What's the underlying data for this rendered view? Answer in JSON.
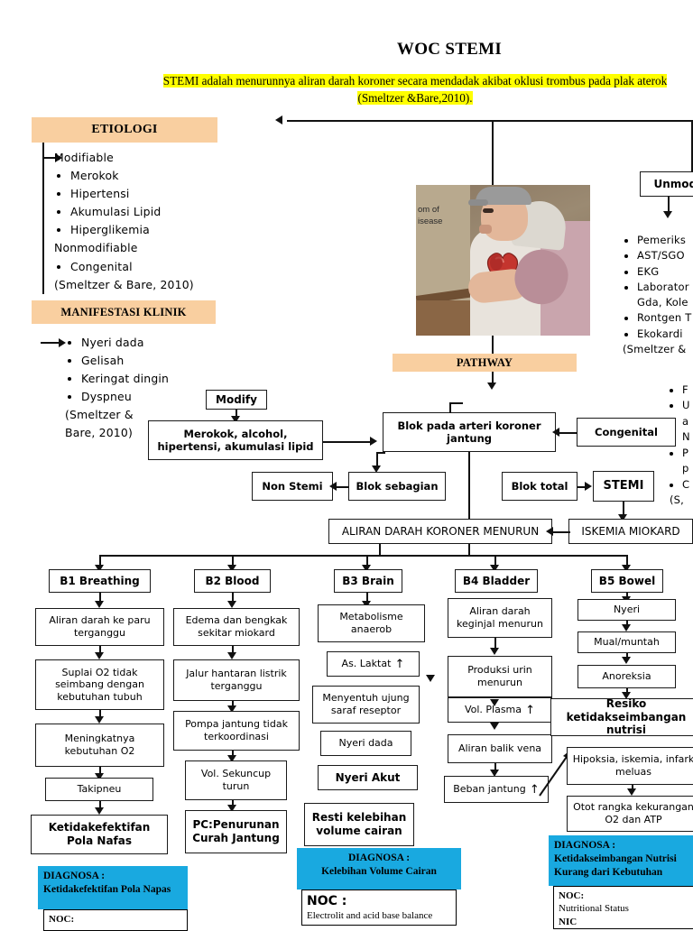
{
  "document": {
    "title": "WOC STEMI",
    "definition_main": "STEMI adalah menurunnya aliran darah koroner secara mendadak akibat oklusi trombus pada plak aterok",
    "definition_source": "(Smeltzer &Bare,2010)."
  },
  "etiologi": {
    "header": "ETIOLOGI",
    "modifiable_label": "Modifiable",
    "modifiable_items": [
      "Merokok",
      "Hipertensi",
      "Akumulasi Lipid",
      "Hiperglikemia"
    ],
    "nonmodifiable_label": "Nonmodifiable",
    "nonmodifiable_items": [
      "Congenital"
    ],
    "source": "(Smeltzer & Bare, 2010)"
  },
  "manifestasi": {
    "header": "MANIFESTASI KLINIK",
    "items": [
      "Nyeri dada",
      "Gelisah",
      "Keringat dingin",
      "Dyspneu"
    ],
    "source_line1": "(Smeltzer &",
    "source_line2": "Bare, 2010)"
  },
  "unmodifiable": {
    "box_label": "Unmodif",
    "items": [
      "Pemeriks",
      "AST/SGO",
      "EKG",
      "Laborator",
      "Gda, Kole",
      "Rontgen T",
      "Ekokardi"
    ],
    "source": "(Smeltzer &"
  },
  "right_panel": {
    "items": [
      "F",
      "U",
      "a",
      "N",
      "P",
      "p",
      "C"
    ],
    "source": "(S,"
  },
  "pathway": {
    "header": "PATHWAY",
    "modify": "Modify",
    "risk_factors": "Merokok, alcohol, hipertensi, akumulasi lipid",
    "blok_arteri": "Blok pada arteri koroner jantung",
    "congenital": "Congenital",
    "non_stemi": "Non Stemi",
    "blok_sebagian": "Blok sebagian",
    "blok_total": "Blok total",
    "stemi": "STEMI",
    "aliran_menurun": "ALIRAN DARAH KORONER MENURUN",
    "iskemia": "ISKEMIA MIOKARD"
  },
  "illustration": {
    "caption_line1": "om of",
    "caption_line2": "isease",
    "alt": "patient-clutching-chest-with-heart-illustration"
  },
  "columns": [
    {
      "id": "b1",
      "header": "B1 Breathing",
      "nodes": [
        "Aliran darah ke paru terganggu",
        "Suplai O2 tidak seimbang dengan kebutuhan tubuh",
        "Meningkatnya kebutuhan O2",
        "Takipneu",
        "Ketidakefektifan Pola Nafas"
      ]
    },
    {
      "id": "b2",
      "header": "B2 Blood",
      "nodes": [
        "Edema dan bengkak sekitar miokard",
        "Jalur hantaran listrik terganggu",
        "Pompa jantung tidak terkoordinasi",
        "Vol. Sekuncup turun",
        "PC:Penurunan Curah Jantung"
      ]
    },
    {
      "id": "b3",
      "header": "B3 Brain",
      "nodes": [
        "Metabolisme anaerob",
        "As. Laktat",
        "Menyentuh ujung saraf reseptor",
        "Nyeri dada",
        "Nyeri Akut",
        "Resti kelebihan volume cairan"
      ]
    },
    {
      "id": "b4",
      "header": "B4 Bladder",
      "nodes": [
        "Aliran darah keginjal menurun",
        "Produksi urin menurun",
        "Vol. Plasma",
        "Aliran balik vena",
        "Beban jantung"
      ]
    },
    {
      "id": "b5",
      "header": "B5 Bowel",
      "nodes": [
        "Nyeri",
        "Mual/muntah",
        "Anoreksia",
        "Resiko ketidakseimbangan nutrisi",
        "Hipoksia, iskemia, infark meluas",
        "Otot rangka kekurangan O2 dan ATP"
      ]
    }
  ],
  "diagnosa": [
    {
      "id": "pola-napas",
      "label": "DIAGNOSA :",
      "text": "Ketidakefektifan Pola Napas",
      "noc_label": "NOC:"
    },
    {
      "id": "volume-cairan",
      "label": "DIAGNOSA :",
      "text": "Kelebihan Volume Cairan",
      "noc_label": "NOC :",
      "noc_body": "Electrolit and acid base balance"
    },
    {
      "id": "nutrisi",
      "label": "DIAGNOSA :",
      "text_line1": "Ketidakseimbangan Nutrisi",
      "text_line2": "Kurang dari Kebutuhan",
      "noc_label": "NOC:",
      "noc_body": "Nutritional Status",
      "nic_label": "NIC"
    }
  ],
  "colors": {
    "header_band": "#f9cfa0",
    "highlight": "#ffff00",
    "diagnosa": "#19a9e0",
    "line": "#111111"
  }
}
